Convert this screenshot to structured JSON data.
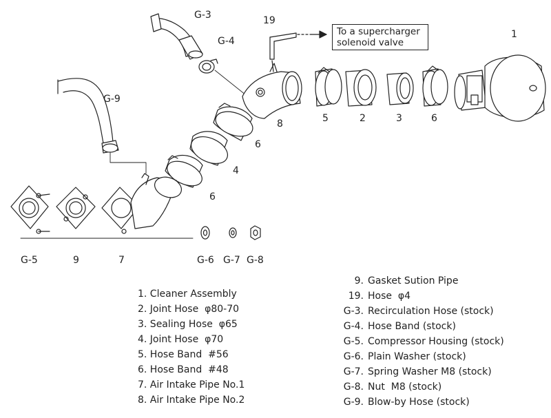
{
  "callout": {
    "line1": "To a supercharger",
    "line2": "solenoid valve"
  },
  "part_labels": {
    "p1": "1",
    "p19": "19",
    "g3": "G-3",
    "g4": "G-4",
    "g9": "G-9",
    "p8": "8",
    "p5": "5",
    "p2": "2",
    "p3": "3",
    "p6a": "6",
    "p6b": "6",
    "p4": "4",
    "p6c": "6",
    "g5": "G-5",
    "p9": "9",
    "p7": "7",
    "g6": "G-6",
    "g7": "G-7",
    "g8": "G-8"
  },
  "legend_left": [
    "1. Cleaner Assembly",
    "2. Joint Hose  φ80-70",
    "3. Sealing Hose  φ65",
    "4. Joint Hose  φ70",
    "5. Hose Band  #56",
    "6. Hose Band  #48",
    "7. Air Intake Pipe No.1",
    "8. Air Intake Pipe No.2"
  ],
  "legend_right": [
    {
      "code": "9.",
      "text": "Gasket Sution Pipe"
    },
    {
      "code": "19.",
      "text": "Hose  φ4"
    },
    {
      "code": "G-3.",
      "text": "Recirculation Hose (stock)"
    },
    {
      "code": "G-4.",
      "text": "Hose Band (stock)"
    },
    {
      "code": "G-5.",
      "text": "Compressor Housing (stock)"
    },
    {
      "code": "G-6.",
      "text": "Plain Washer (stock)"
    },
    {
      "code": "G-7.",
      "text": "Spring Washer M8 (stock)"
    },
    {
      "code": "G-8.",
      "text": "Nut  M8 (stock)"
    },
    {
      "code": "G-9.",
      "text": "Blow-by Hose (stock)"
    }
  ]
}
